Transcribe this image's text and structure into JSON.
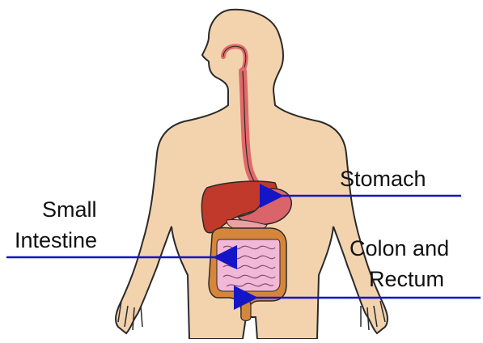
{
  "labels": {
    "stomach": "Stomach",
    "small_intestine": [
      "Small",
      "Intestine"
    ],
    "colon_rectum": [
      "Colon and",
      "Rectum"
    ]
  },
  "colors": {
    "skin": "#f3d3ae",
    "skin_outline": "#2a2a2a",
    "esophagus": "#e06a6a",
    "liver": "#c0392b",
    "stomach": "#d9646a",
    "small_intestine": "#f2b8d8",
    "colon": "#d6863a",
    "pointer": "#1515c8"
  }
}
